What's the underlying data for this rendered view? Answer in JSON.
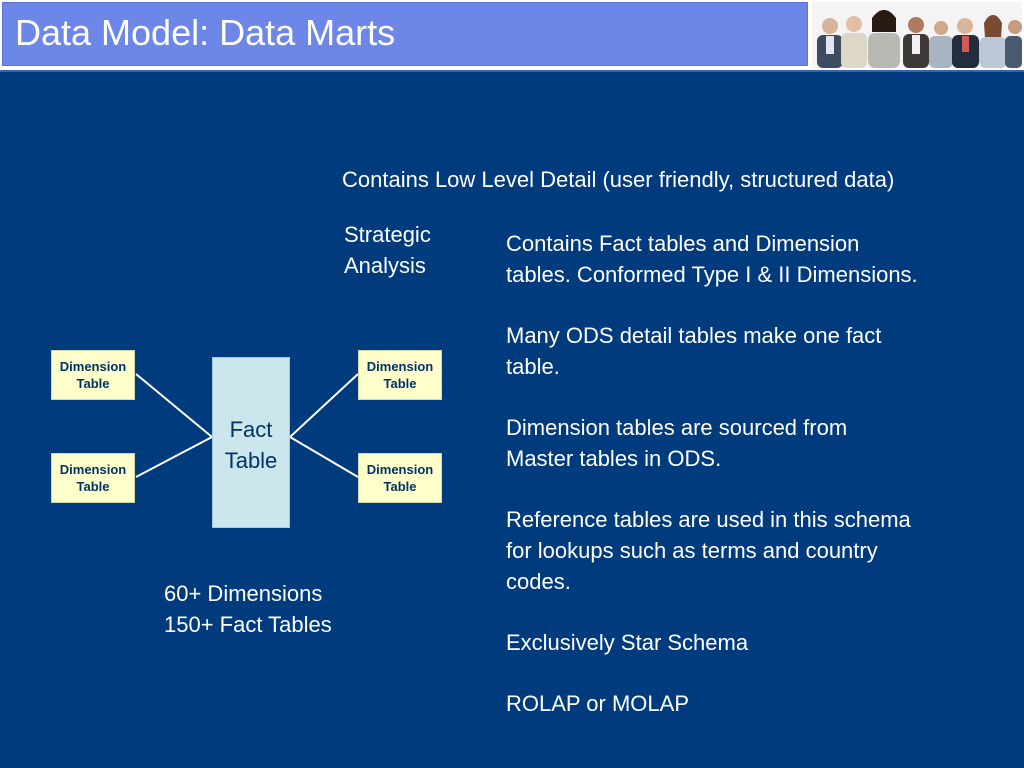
{
  "title": "Data Model:  Data Marts",
  "top_note": "Contains Low Level Detail (user friendly, structured data)",
  "strategic": [
    "Strategic",
    "Analysis"
  ],
  "bullets": [
    [
      "Contains Fact tables and Dimension",
      "tables.  Conformed Type I & II Dimensions."
    ],
    [
      "Many ODS detail tables make one fact",
      "table."
    ],
    [
      "Dimension tables are sourced from",
      "Master tables in ODS."
    ],
    [
      "Reference tables are used in this schema",
      "for lookups such as terms and country",
      "codes."
    ],
    [
      "Exclusively Star Schema"
    ],
    [
      "ROLAP or MOLAP"
    ]
  ],
  "stats": [
    "60+ Dimensions",
    "150+ Fact Tables"
  ],
  "diagram": {
    "fact": [
      "Fact",
      "Table"
    ],
    "dimensions": [
      [
        "Dimension",
        "Table"
      ],
      [
        "Dimension",
        "Table"
      ],
      [
        "Dimension",
        "Table"
      ],
      [
        "Dimension",
        "Table"
      ]
    ]
  }
}
